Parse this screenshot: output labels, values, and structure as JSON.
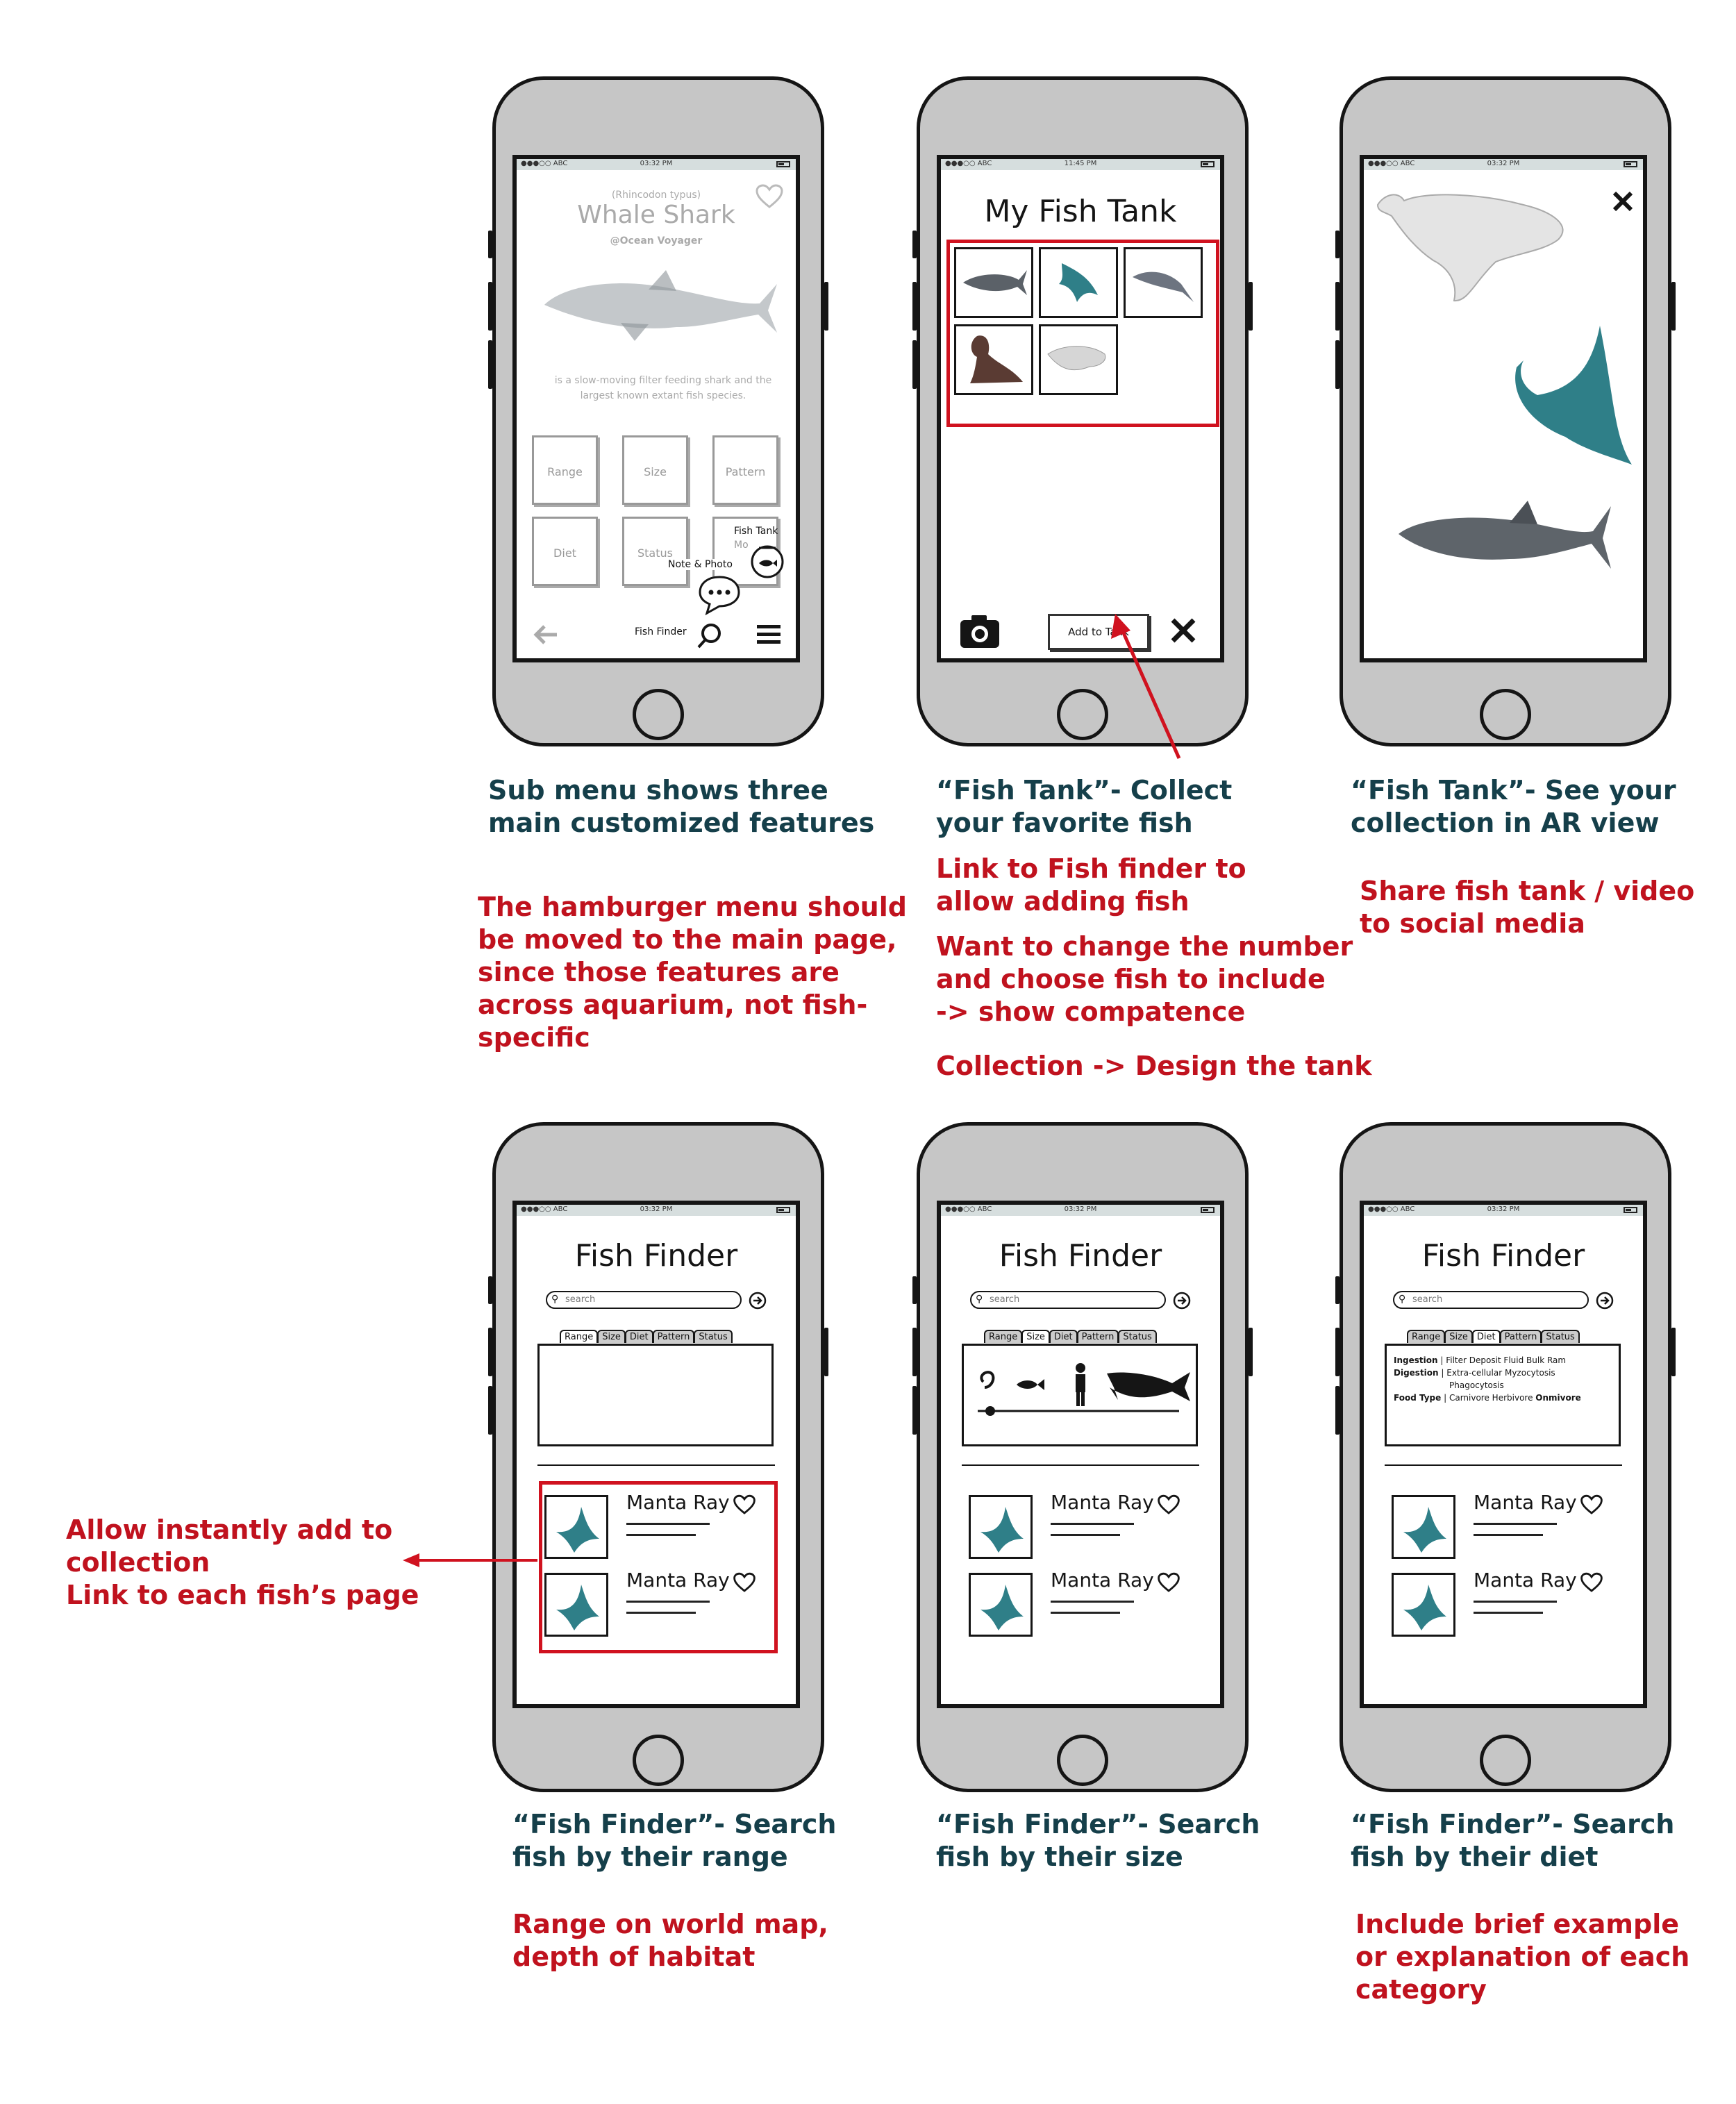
{
  "status_bar": {
    "carrier": "●●●○○ ABC",
    "time_a": "03:32 PM",
    "time_b": "11:45 PM"
  },
  "phone1": {
    "sci_name": "(Rhincodon typus)",
    "title": "Whale Shark",
    "credit": "@Ocean Voyager",
    "description": "is a slow-moving filter feeding shark and the largest known extant fish species.",
    "buttons": [
      "Range",
      "Size",
      "Pattern",
      "Diet",
      "Status"
    ],
    "fish_tank_label": "Fish Tank",
    "fish_tank_sub": "Mo",
    "note_photo_label": "Note & Photo",
    "fish_finder_label": "Fish Finder"
  },
  "phone2": {
    "title": "My Fish Tank",
    "add_button": "Add to Tank"
  },
  "finder": {
    "title": "Fish Finder",
    "search_placeholder": "search",
    "tabs": [
      "Range",
      "Size",
      "Diet",
      "Pattern",
      "Status"
    ],
    "item_name": "Manta Ray"
  },
  "diet_panel": {
    "ingestion_label": "Ingestion",
    "ingestion_values": "| Filter  Deposit  Fluid  Bulk  Ram",
    "digestion_label": "Digestion",
    "digestion_values": "| Extra-cellular  Myzocytosis",
    "digestion_values_2": "Phagocytosis",
    "food_label": "Food Type",
    "food_values": "| Carnivore Herbivore",
    "food_values_bold": "Onmivore"
  },
  "captions": {
    "c1_teal": "Sub menu shows three\nmain customized features",
    "c1_red": "The hamburger menu should\nbe moved to the main page,\nsince those features are\nacross aquarium, not fish-\nspecific",
    "c2_teal": "“Fish Tank”- Collect\nyour favorite fish",
    "c2_red1": "Link to Fish finder to\nallow adding fish",
    "c2_red2": "Want to change the number\nand choose fish to include\n-> show compatence",
    "c2_red3": "Collection -> Design the tank",
    "c3_teal": "“Fish Tank”- See your\ncollection in AR view",
    "c3_red": "Share fish tank / video\nto social media",
    "c4_red_left": "Allow instantly add to\ncollection\nLink to each fish’s page",
    "c4_teal": "“Fish Finder”- Search\nfish by their range",
    "c4_red": "Range on world map,\ndepth of habitat",
    "c5_teal": "“Fish Finder”- Search\nfish by their size",
    "c6_teal": "“Fish Finder”- Search\nfish by their diet",
    "c6_red": "Include brief example\nor explanation of each\ncategory"
  },
  "colors": {
    "teal": "#153f4a",
    "red": "#c0121e",
    "phone": "#c6c6c6"
  }
}
